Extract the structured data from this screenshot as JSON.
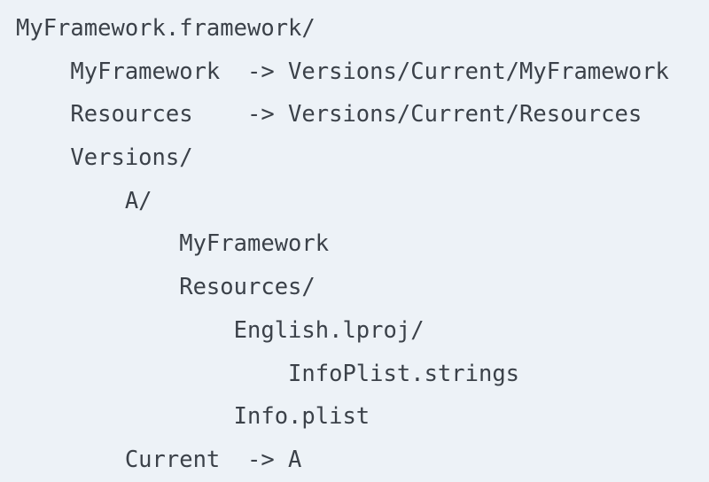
{
  "document": {
    "kind": "terminal-directory-listing",
    "background_color": "#edf2f7",
    "text_color": "#3b4149",
    "root": "MyFramework.framework/",
    "lines": [
      "MyFramework.framework/",
      "    MyFramework  -> Versions/Current/MyFramework",
      "    Resources    -> Versions/Current/Resources",
      "    Versions/",
      "        A/",
      "            MyFramework",
      "            Resources/",
      "                English.lproj/",
      "                    InfoPlist.strings",
      "                Info.plist",
      "        Current  -> A"
    ],
    "entries": [
      {
        "name": "MyFramework.framework/",
        "indent": 0,
        "type": "directory",
        "target": ""
      },
      {
        "name": "MyFramework",
        "indent": 4,
        "type": "symlink",
        "target": "Versions/Current/MyFramework"
      },
      {
        "name": "Resources",
        "indent": 4,
        "type": "symlink",
        "target": "Versions/Current/Resources"
      },
      {
        "name": "Versions/",
        "indent": 4,
        "type": "directory",
        "target": ""
      },
      {
        "name": "A/",
        "indent": 8,
        "type": "directory",
        "target": ""
      },
      {
        "name": "MyFramework",
        "indent": 12,
        "type": "file",
        "target": ""
      },
      {
        "name": "Resources/",
        "indent": 12,
        "type": "directory",
        "target": ""
      },
      {
        "name": "English.lproj/",
        "indent": 16,
        "type": "directory",
        "target": ""
      },
      {
        "name": "InfoPlist.strings",
        "indent": 20,
        "type": "file",
        "target": ""
      },
      {
        "name": "Info.plist",
        "indent": 16,
        "type": "file",
        "target": ""
      },
      {
        "name": "Current",
        "indent": 8,
        "type": "symlink",
        "target": "A"
      }
    ],
    "symlink_arrow": "->"
  }
}
